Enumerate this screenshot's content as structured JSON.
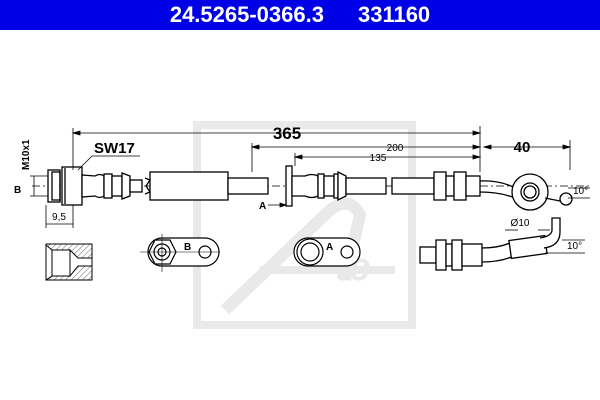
{
  "header": {
    "part_number": "24.5265-0366.3",
    "ref_number": "331160",
    "background_color": "#0000e6",
    "text_color": "#ffffff"
  },
  "drawing": {
    "watermark": "ATE logo (grey)",
    "dimensions": {
      "overall_length": "365",
      "dim_200": "200",
      "dim_135": "135",
      "end_fitting": "40",
      "thread": "M10x1",
      "wrench_size": "SW17",
      "thread_length": "9,5",
      "eye_diameter": "Ø10",
      "angle_top": "10°",
      "angle_bottom": "10°"
    },
    "view_labels": {
      "a": "A",
      "b": "B"
    }
  }
}
